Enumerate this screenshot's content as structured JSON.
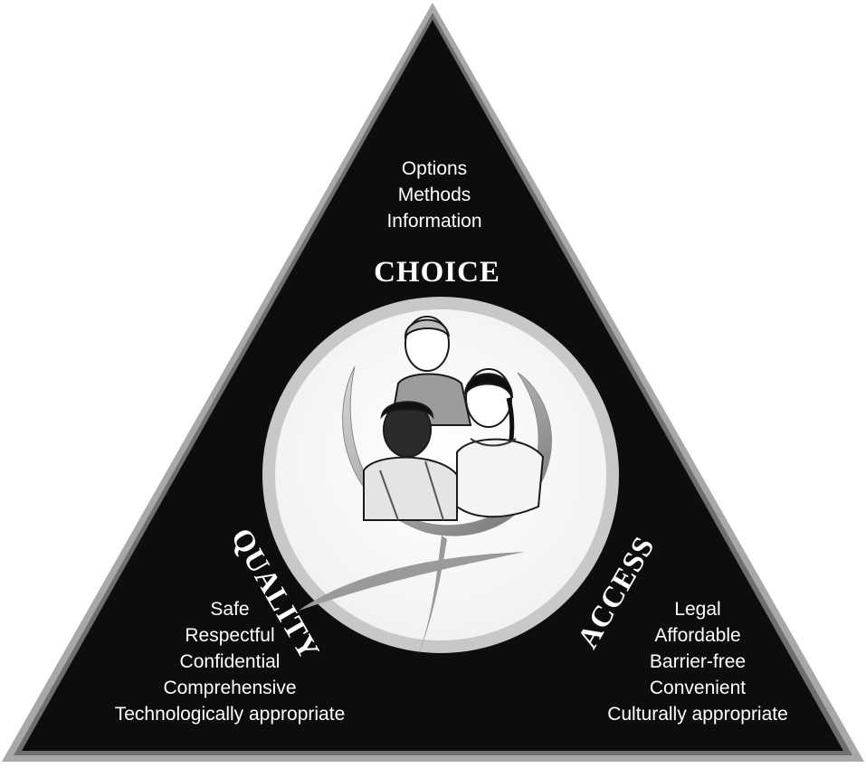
{
  "diagram": {
    "shape": "triangle",
    "colors": {
      "background": "#ffffff",
      "triangle_fill": "#0d0d0d",
      "border": "#9a9a9a",
      "text": "#ffffff",
      "circle": "#c8c8c8"
    },
    "choice": {
      "heading": "CHOICE",
      "items": [
        "Options",
        "Methods",
        "Information"
      ]
    },
    "quality": {
      "heading": "QUALITY",
      "items": [
        "Safe",
        "Respectful",
        "Confidential",
        "Comprehensive",
        "Technologically appropriate"
      ]
    },
    "access": {
      "heading": "ACCESS",
      "items": [
        "Legal",
        "Affordable",
        "Barrier-free",
        "Convenient",
        "Culturally appropriate"
      ]
    },
    "center": {
      "icon": "female-symbol-icon",
      "illustration": "three-women-illustration"
    }
  }
}
